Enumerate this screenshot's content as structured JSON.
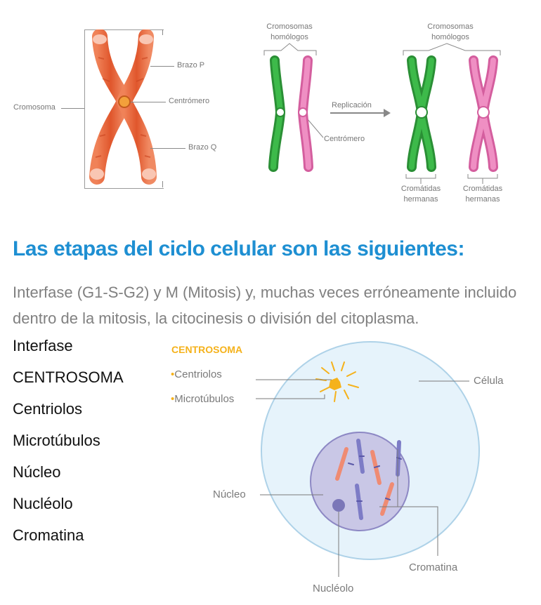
{
  "chromosome_diagram": {
    "cromosoma": "Cromosoma",
    "brazo_p": "Brazo P",
    "centromero": "Centrómero",
    "brazo_q": "Brazo Q"
  },
  "replication_diagram": {
    "homologos_line1": "Cromosomas",
    "homologos_line2": "homólogos",
    "replicacion": "Replicación",
    "centromero": "Centrómero",
    "cromatidas_line1": "Cromátidas",
    "cromatidas_line2": "hermanas"
  },
  "colors": {
    "heading": "#1e8fd2",
    "chromosome_orange": "#e8673c",
    "homolog_green": "#2aa13a",
    "homolog_pink": "#dd6fae",
    "centrosome_yellow": "#f5b21b",
    "cell_fill": "#e6f3fb",
    "nucleus_fill": "#c9c7e6"
  },
  "heading": "Las etapas del ciclo celular son las siguientes:",
  "intro": "Interfase (G1-S-G2) y M (Mitosis) y, muchas veces erróneamente incluido dentro de la mitosis, la citocinesis o división del citoplasma.",
  "stage_list": [
    "Interfase",
    "CENTROSOMA",
    "Centriolos",
    "Microtúbulos",
    "Núcleo",
    "Nucléolo",
    "Cromatina"
  ],
  "cell_diagram": {
    "centrosoma": "CENTROSOMA",
    "centriolos": "Centriolos",
    "microtubulos": "Microtúbulos",
    "celula": "Célula",
    "nucleo": "Núcleo",
    "nucleolo": "Nucléolo",
    "cromatina": "Cromatina"
  }
}
